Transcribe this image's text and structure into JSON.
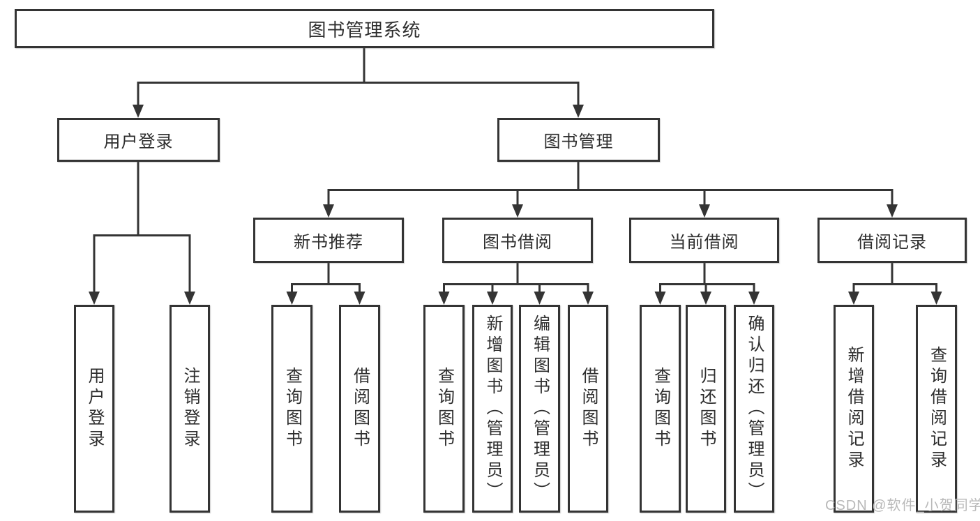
{
  "tree": {
    "root": {
      "label": "图书管理系统"
    },
    "branches": [
      {
        "label": "用户登录",
        "children": [
          {
            "label": "用户登录"
          },
          {
            "label": "注销登录"
          }
        ]
      },
      {
        "label": "图书管理",
        "children": [
          {
            "label": "新书推荐",
            "children": [
              {
                "label": "查询图书"
              },
              {
                "label": "借阅图书"
              }
            ]
          },
          {
            "label": "图书借阅",
            "children": [
              {
                "label": "查询图书"
              },
              {
                "label": "新增图书（管理员）"
              },
              {
                "label": "编辑图书（管理员）"
              },
              {
                "label": "借阅图书"
              }
            ]
          },
          {
            "label": "当前借阅",
            "children": [
              {
                "label": "查询图书"
              },
              {
                "label": "归还图书"
              },
              {
                "label": "确认归还（管理员）"
              }
            ]
          },
          {
            "label": "借阅记录",
            "children": [
              {
                "label": "新增借阅记录"
              },
              {
                "label": "查询借阅记录"
              }
            ]
          }
        ]
      }
    ]
  },
  "watermark": {
    "text": "CSDN @软件_小贺同学"
  },
  "colors": {
    "line": "#343434",
    "box_border": "#343434",
    "text": "#2e2e2e",
    "watermark": "#b9b9b9",
    "background": "#ffffff"
  }
}
